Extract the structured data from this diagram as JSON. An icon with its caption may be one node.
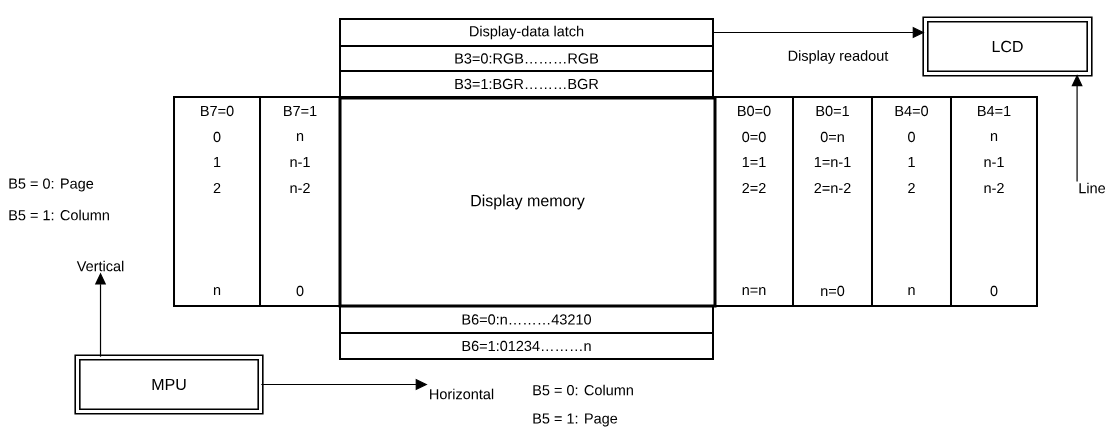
{
  "diagram": {
    "nodes": [
      {
        "text": [
          "Display-data latch"
        ]
      },
      {
        "text": [
          "B3=0:RGB………RGB"
        ]
      },
      {
        "text": [
          "B3=1:BGR………BGR"
        ]
      },
      {
        "text": [
          "LCD"
        ]
      },
      {
        "text": [
          "B7=0",
          "0",
          "1",
          "2",
          "n"
        ]
      },
      {
        "text": [
          "B7=1",
          "n",
          "n-1",
          "n-2",
          "0"
        ]
      },
      {
        "text": [
          "Display memory"
        ]
      },
      {
        "text": [
          "B0=0",
          "0=0",
          "1=1",
          "2=2",
          "n=n"
        ]
      },
      {
        "text": [
          "B0=1",
          "0=n",
          "1=n-1",
          "2=n-2",
          "n=0"
        ]
      },
      {
        "text": [
          "B4=0",
          "0",
          "1",
          "2",
          "n"
        ]
      },
      {
        "text": [
          "B4=1",
          "n",
          "n-1",
          "n-2",
          "0"
        ]
      },
      {
        "text": [
          "Line"
        ]
      },
      {
        "text": [
          "Vertical"
        ],
        "beside": [
          "B5 = 0: Page",
          "B5 = 1: Column"
        ]
      },
      {
        "text": [
          "B6=0:n………43210"
        ]
      },
      {
        "text": [
          "B6=1:01234………n"
        ]
      },
      {
        "text": [
          "MPU"
        ]
      },
      {
        "text": [
          "Horizontal"
        ],
        "beside": [
          "B5 = 0: Column",
          "B5 = 1: Page"
        ]
      }
    ],
    "edges": [
      {
        "from": 0,
        "to": 3,
        "arrow": "to",
        "label": "Display readout"
      },
      {
        "from": 11,
        "to": 3,
        "arrow": "to"
      },
      {
        "from": 15,
        "to": 12,
        "arrow": "to"
      },
      {
        "from": 15,
        "to": 16,
        "arrow": "to"
      }
    ]
  }
}
